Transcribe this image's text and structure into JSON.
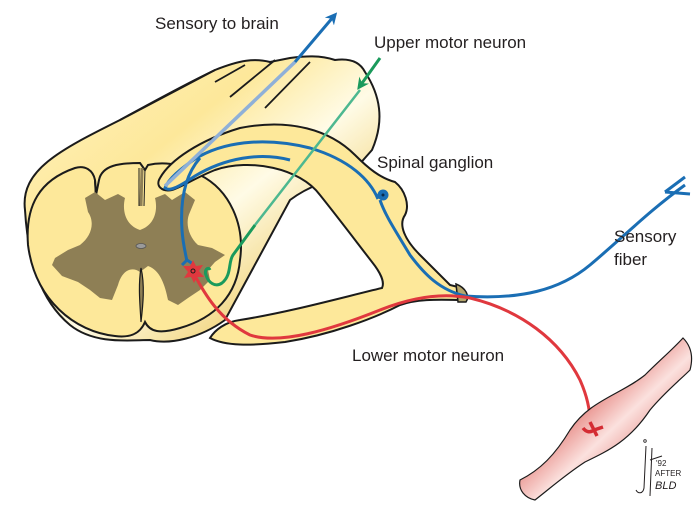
{
  "figure": {
    "subject": "Spinal reflex pathway: spinal cord cross-section with sensory and motor neurons",
    "labels": {
      "sensory_to_brain": "Sensory to brain",
      "upper_motor_neuron": "Upper motor neuron",
      "spinal_ganglion": "Spinal ganglion",
      "sensory_fiber_line1": "Sensory",
      "sensory_fiber_line2": "fiber",
      "lower_motor_neuron": "Lower motor neuron"
    },
    "signature": {
      "line1": "AFTER",
      "line2": "BLD",
      "year": "'92"
    },
    "colors": {
      "sensory_pathway": "#1a6eb4",
      "sensory_pathway_faded": "#8fb0d8",
      "upper_motor_pathway": "#1a9a5c",
      "upper_motor_faded": "#4db890",
      "lower_motor_pathway": "#e0383e",
      "white_matter": "#fde89a",
      "gray_matter": "#8e7f55",
      "muscle": "#e88f8a",
      "outline": "#1b1b1b"
    }
  }
}
